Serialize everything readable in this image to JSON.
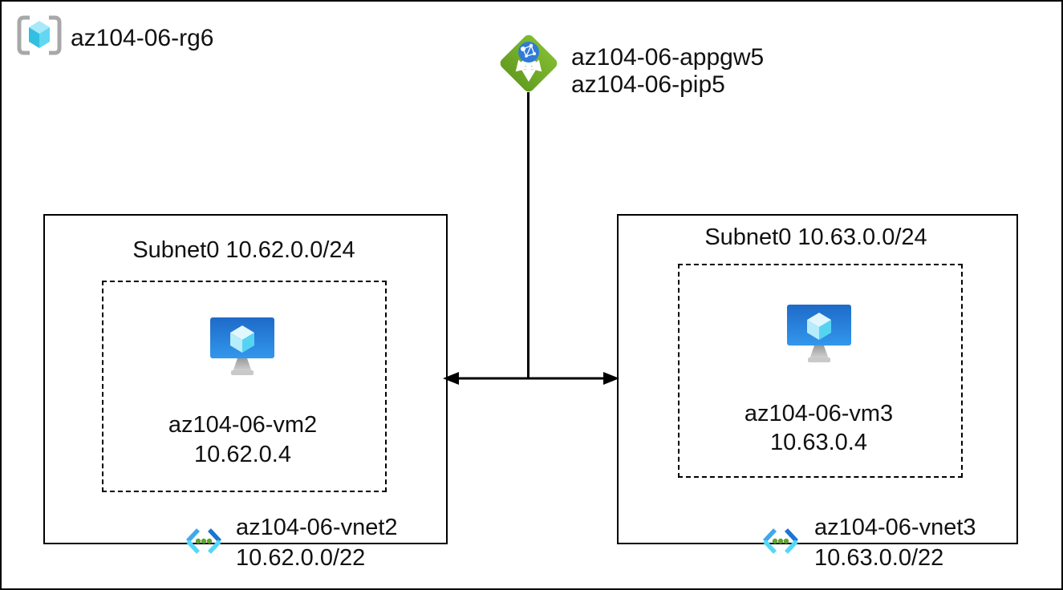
{
  "diagram": {
    "resource_group": {
      "label": "az104-06-rg6"
    },
    "app_gateway": {
      "name": "az104-06-appgw5",
      "pip": "az104-06-pip5"
    },
    "left": {
      "subnet": "Subnet0 10.62.0.0/24",
      "vm_name": "az104-06-vm2",
      "vm_ip": "10.62.0.4",
      "vnet_name": "az104-06-vnet2",
      "vnet_cidr": "10.62.0.0/22"
    },
    "right": {
      "subnet": "Subnet0 10.63.0.0/24",
      "vm_name": "az104-06-vm3",
      "vm_ip": "10.63.0.4",
      "vnet_name": "az104-06-vnet3",
      "vnet_cidr": "10.63.0.0/22"
    }
  },
  "icons": {
    "resource_group": "resource-group-icon",
    "app_gateway": "application-gateway-icon",
    "virtual_machine": "virtual-machine-icon",
    "virtual_network": "virtual-network-icon"
  },
  "colors": {
    "background": "#ffffff",
    "line": "#000000",
    "text": "#111111",
    "appgw_green": "#77ad2b",
    "globe_blue": "#2f7bd9",
    "vm_blue_top": "#1e6ac8",
    "vm_blue_bottom": "#3297ec",
    "cube_cyan": "#55d4f2",
    "bracket_gray": "#a8a8a8",
    "dot_green": "#5ea32f"
  }
}
